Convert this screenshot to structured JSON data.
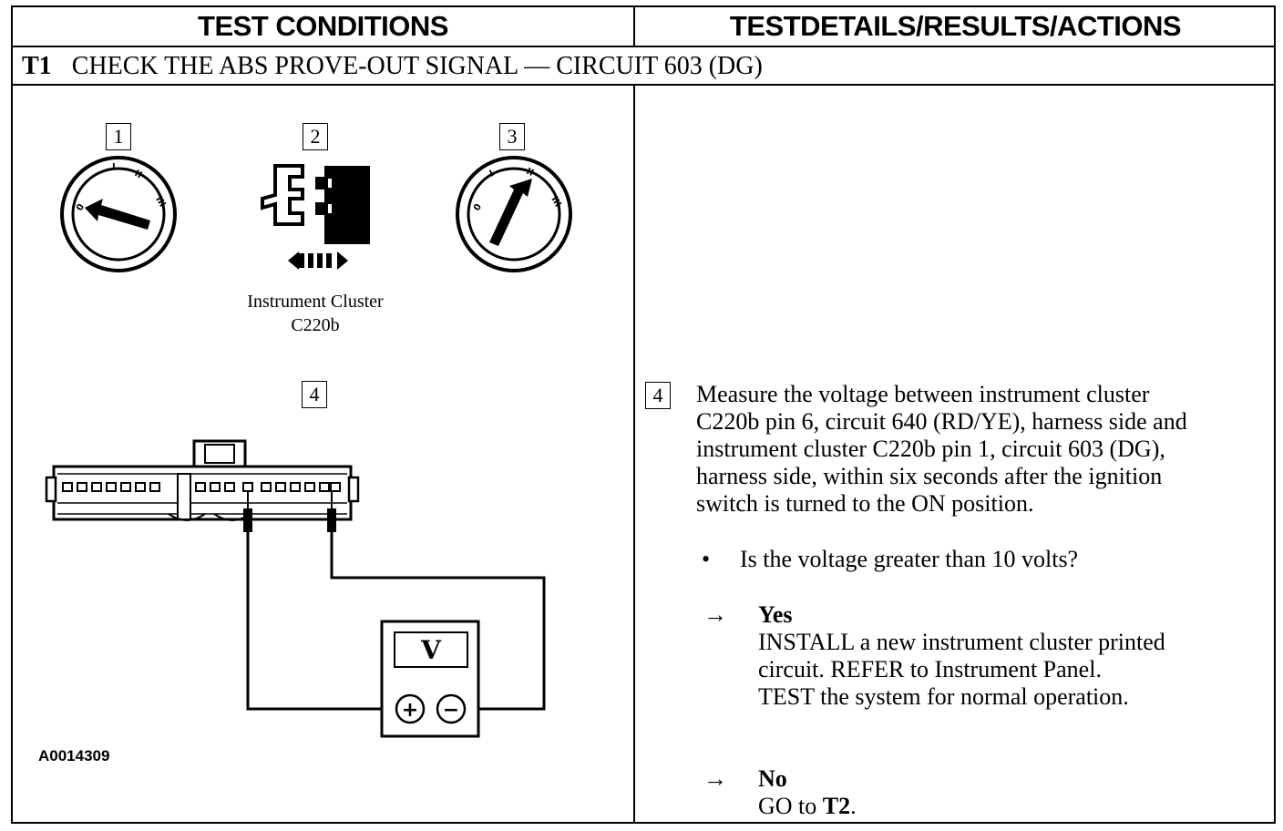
{
  "header": {
    "left": "TEST CONDITIONS",
    "right": "TESTDETAILS/RESULTS/ACTIONS"
  },
  "test": {
    "number": "T1",
    "title": "CHECK THE ABS PROVE-OUT SIGNAL — CIRCUIT 603 (DG)"
  },
  "figure": {
    "steps": [
      "1",
      "2",
      "3",
      "4"
    ],
    "connector_caption_line1": "Instrument Cluster",
    "connector_caption_line2": "C220b",
    "meter_symbol": "V",
    "meter_plus": "+",
    "meter_minus": "−",
    "ignition_labels": [
      "0",
      "I",
      "II",
      "III"
    ],
    "figure_id": "A0014309"
  },
  "details": {
    "step": "4",
    "lines": [
      "Measure the voltage between instrument cluster",
      "C220b pin 6, circuit 640 (RD/YE), harness side and",
      "instrument cluster C220b pin 1, circuit 603 (DG),",
      "harness side, within six seconds after the ignition",
      "switch is turned to the ON position."
    ],
    "bullet": "•",
    "question": "Is the voltage greater than 10 volts?",
    "arrow": "→",
    "yes_label": "Yes",
    "yes_lines": [
      "INSTALL a new instrument cluster printed",
      "circuit. REFER to Instrument Panel.",
      "TEST the system for normal operation."
    ],
    "no_label": "No",
    "no_text": "GO to ",
    "no_target": "T2",
    "no_end": "."
  }
}
